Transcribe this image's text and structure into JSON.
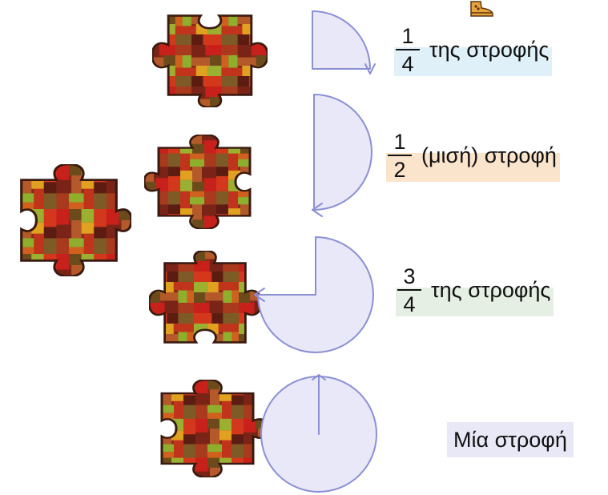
{
  "colors": {
    "turn_fill": "#e8e8f8",
    "turn_stroke": "#8b8fd4",
    "band_quarter": "#dff0f8",
    "band_half": "#fbe4cc",
    "band_three_quarter": "#e6efe3",
    "band_full": "#e9e8f6"
  },
  "icons": {
    "puzzle_piece": "puzzle-piece",
    "boot": "boot"
  },
  "turns": [
    {
      "id": "quarter",
      "fraction_numerator": "1",
      "fraction_denominator": "4",
      "label": "της στροφής",
      "turn_fraction": 0.25
    },
    {
      "id": "half",
      "fraction_numerator": "1",
      "fraction_denominator": "2",
      "label": "(μισή) στροφή",
      "turn_fraction": 0.5
    },
    {
      "id": "three-quarters",
      "fraction_numerator": "3",
      "fraction_denominator": "4",
      "label": "της στροφής",
      "turn_fraction": 0.75
    },
    {
      "id": "full",
      "label": "Μία στροφή",
      "turn_fraction": 1
    }
  ]
}
